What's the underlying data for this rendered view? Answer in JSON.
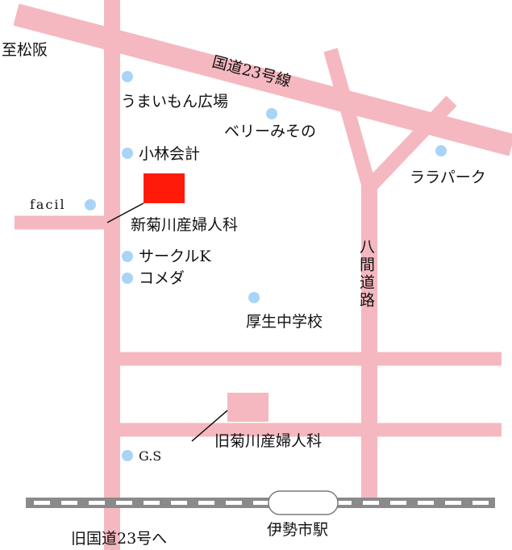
{
  "labels": {
    "shimatsuzaka": "至松阪",
    "route23": "国道23号線",
    "umaimon": "うまいもん広場",
    "berry": "ベリーみその",
    "kobayashi": "小林会計",
    "lalapark": "ララパーク",
    "facil": "facil",
    "new_clinic": "新菊川産婦人科",
    "circle_k": "サークルK",
    "komeda": "コメダ",
    "school": "厚生中学校",
    "hachiken_road": "八間道路",
    "old_clinic": "旧菊川産婦人科",
    "gs": "G.S",
    "old_route23": "旧国道23号へ",
    "ise_station": "伊勢市駅"
  },
  "colors": {
    "road": "#f5b8c0",
    "old_clinic_box": "#f5b8c0",
    "new_clinic_box": "#ff1a0a",
    "poi_dot": "#a8d4f8",
    "rail_dark": "#8a8a8a",
    "station_outline": "#7a7a7a"
  }
}
